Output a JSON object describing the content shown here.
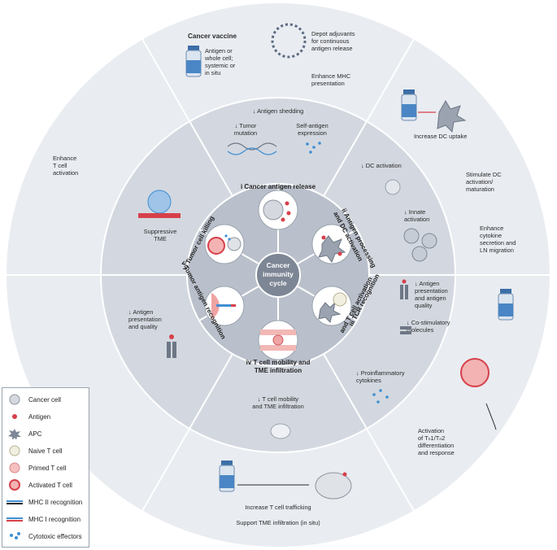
{
  "outer": {
    "cancer_vaccine_title": "Cancer vaccine",
    "cancer_vaccine_desc": [
      "Antigen or",
      "whole cell;",
      "systemic or",
      "in situ"
    ],
    "depot_adjuvants": [
      "Depot adjuvants",
      "for continuous",
      "antigen release"
    ],
    "enhance_mhc": [
      "Enhance MHC",
      "presentation"
    ],
    "increase_dc_uptake": "Increase DC uptake",
    "stimulate_dc": [
      "Stimulate DC",
      "activation/",
      "maturation"
    ],
    "enhance_cytokine": [
      "Enhance",
      "cytokine",
      "secretion and",
      "LN migration"
    ],
    "enhance_t_cell": [
      "Enhance",
      "T cell",
      "activation"
    ],
    "activation_th": [
      "Activation",
      "of Tₙ1/Tₙ2",
      "differentiation",
      "and response"
    ],
    "increase_t_cell_trafficking": "Increase T cell trafficking",
    "support_tme": "Support TME infiltration (in situ)"
  },
  "middle": {
    "antigen_shedding": "↓ Antigen shedding",
    "tumor_mutation": [
      "↓ Tumor",
      "mutation"
    ],
    "self_antigen": [
      "Self-antigen",
      "expression"
    ],
    "dc_activation": "↓ DC activation",
    "innate_activation": [
      "↓ Innate",
      "activation"
    ],
    "suppressive_tme": [
      "Suppressive",
      "TME"
    ],
    "antigen_presentation_right": [
      "↓ Antigen",
      "presentation",
      "and antigen",
      "quality"
    ],
    "co_stimulatory": [
      "↓ Co-stimulatory",
      "molecules"
    ],
    "proinflammatory": [
      "↓ Proinflammatory",
      "cytokines"
    ],
    "antigen_presentation_left": [
      "↓ Antigen",
      "presentation",
      "and quality"
    ],
    "t_cell_mobility": [
      "↓ T cell mobility",
      "and TME infiltration"
    ]
  },
  "stages": {
    "i": "i  Cancer antigen release",
    "ii": [
      "ii  Antigen processing",
      "and DC activation"
    ],
    "iii": [
      "iii  TCR recognition",
      "and T cell activation"
    ],
    "iv": [
      "iv  T cell mobility and",
      "TME infiltration"
    ],
    "v": "v  Tumor antigen recognition",
    "vi": "vi  Tumor cell killing"
  },
  "center": [
    "Cancer",
    "immunity",
    "cycle"
  ],
  "legend": {
    "items": [
      {
        "icon": "cancer-cell-icon",
        "label": "Cancer cell"
      },
      {
        "icon": "antigen-icon",
        "label": "Antigen"
      },
      {
        "icon": "apc-icon",
        "label": "APC"
      },
      {
        "icon": "naive-t-cell-icon",
        "label": "Naive T cell"
      },
      {
        "icon": "primed-t-cell-icon",
        "label": "Primed T cell"
      },
      {
        "icon": "activated-t-cell-icon",
        "label": "Activated T cell"
      },
      {
        "icon": "mhc-ii-icon",
        "label": "MHC II recognition"
      },
      {
        "icon": "mhc-i-icon",
        "label": "MHC I recognition"
      },
      {
        "icon": "cytotoxic-effectors-icon",
        "label": "Cytotoxic effectors"
      }
    ]
  },
  "colors": {
    "outer_ring": "#e9ecf1",
    "middle_ring": "#d3d8e0",
    "inner_ring": "#b9c0cb",
    "center": "#7d8694",
    "vial": "#4a86c5",
    "red": "#d6404a",
    "blue": "#3f8fd2"
  }
}
